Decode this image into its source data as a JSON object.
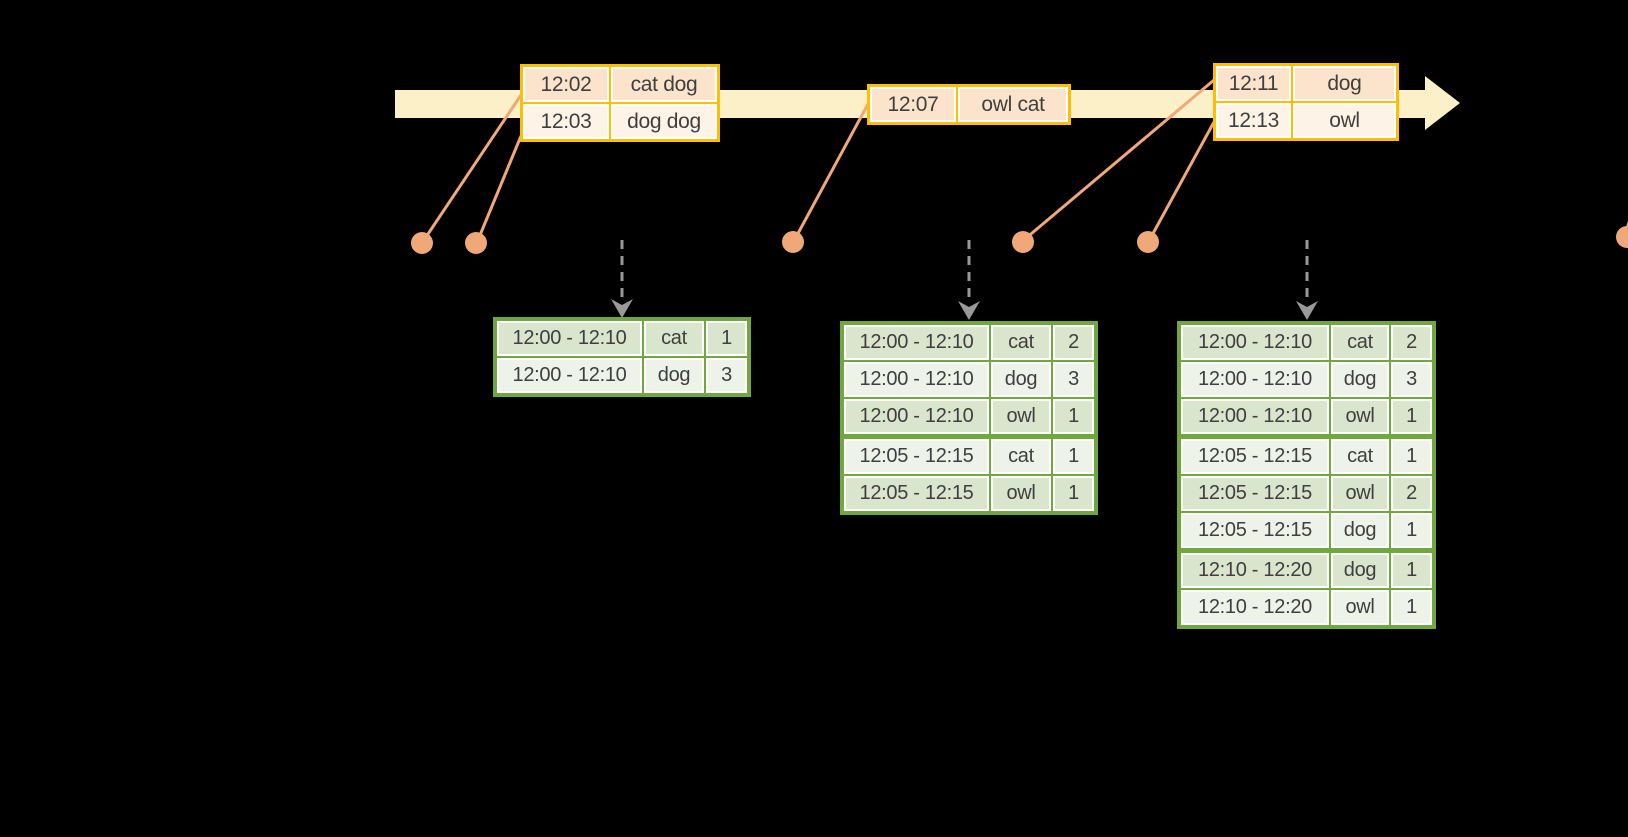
{
  "colors": {
    "background": "#000000",
    "timeline_band": "#FCF0C8",
    "event_border": "#FFBF00",
    "event_row_dark": "#FBE4CB",
    "event_row_light": "#FDF3E6",
    "result_border": "#70A83E",
    "result_row_dark": "#D9E5CC",
    "result_row_light": "#EEF3E9",
    "connector": "#F0A878",
    "trigger_arrow": "#999999",
    "text": "#3F3F3F"
  },
  "event_tables": [
    {
      "rows": [
        {
          "time": "12:02",
          "words": "cat dog"
        },
        {
          "time": "12:03",
          "words": "dog dog"
        }
      ]
    },
    {
      "rows": [
        {
          "time": "12:07",
          "words": "owl cat"
        }
      ]
    },
    {
      "rows": [
        {
          "time": "12:11",
          "words": "dog"
        },
        {
          "time": "12:13",
          "words": "owl"
        }
      ]
    }
  ],
  "result_tables": [
    {
      "rows": [
        {
          "window": "12:00 - 12:10",
          "word": "cat",
          "count": "1"
        },
        {
          "window": "12:00 - 12:10",
          "word": "dog",
          "count": "3"
        }
      ]
    },
    {
      "rows": [
        {
          "window": "12:00 - 12:10",
          "word": "cat",
          "count": "2"
        },
        {
          "window": "12:00 - 12:10",
          "word": "dog",
          "count": "3"
        },
        {
          "window": "12:00 - 12:10",
          "word": "owl",
          "count": "1"
        },
        {
          "window": "12:05 - 12:15",
          "word": "cat",
          "count": "1"
        },
        {
          "window": "12:05 - 12:15",
          "word": "owl",
          "count": "1"
        }
      ]
    },
    {
      "rows": [
        {
          "window": "12:00 - 12:10",
          "word": "cat",
          "count": "2"
        },
        {
          "window": "12:00 - 12:10",
          "word": "dog",
          "count": "3"
        },
        {
          "window": "12:00 - 12:10",
          "word": "owl",
          "count": "1"
        },
        {
          "window": "12:05 - 12:15",
          "word": "cat",
          "count": "1"
        },
        {
          "window": "12:05 - 12:15",
          "word": "owl",
          "count": "2"
        },
        {
          "window": "12:05 - 12:15",
          "word": "dog",
          "count": "1"
        },
        {
          "window": "12:10 - 12:20",
          "word": "dog",
          "count": "1"
        },
        {
          "window": "12:10 - 12:20",
          "word": "owl",
          "count": "1"
        }
      ]
    }
  ]
}
